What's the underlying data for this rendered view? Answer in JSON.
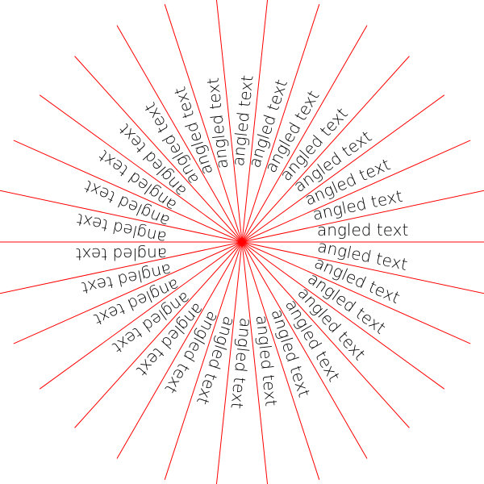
{
  "diagram": {
    "label_text": "angled text",
    "ray_count": 30,
    "angle_step_degrees": 12,
    "colors": {
      "ray": "#ff0000",
      "text": "#000000",
      "background": "#ffffff"
    }
  }
}
